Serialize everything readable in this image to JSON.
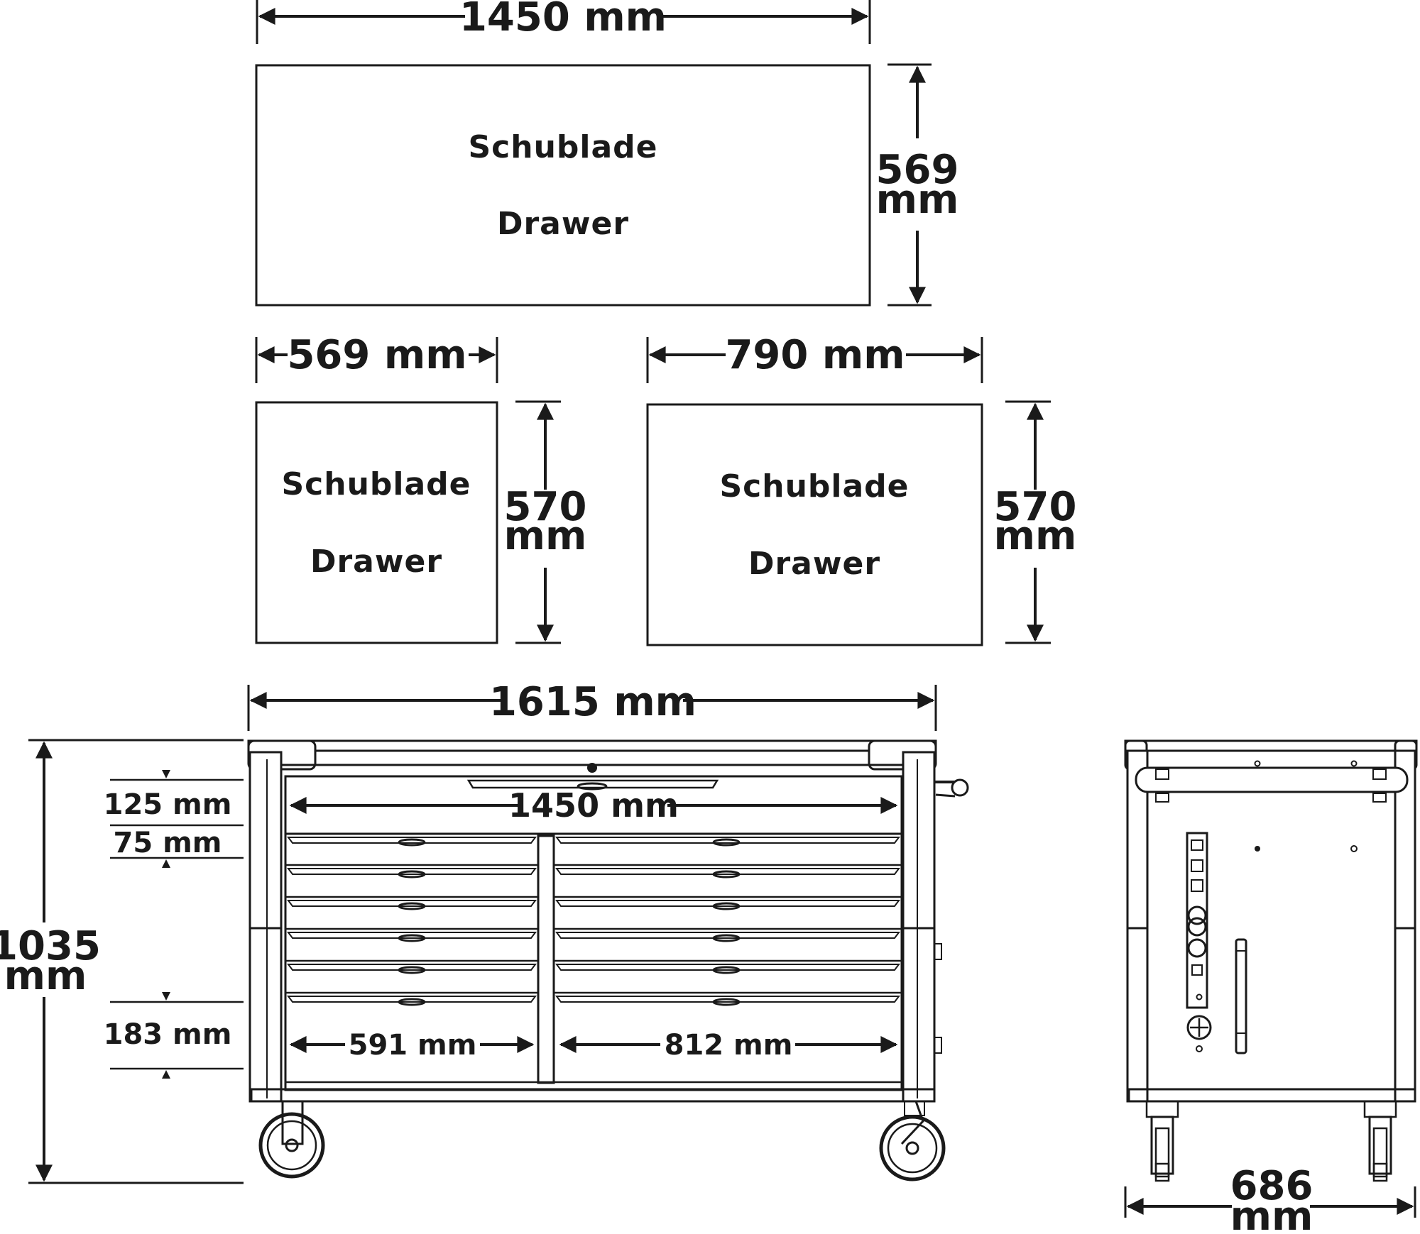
{
  "drawer_labels": {
    "de": "Schublade",
    "en": "Drawer"
  },
  "top_drawer": {
    "width": "1450 mm",
    "depth_num": "569",
    "depth_unit": "mm"
  },
  "small_drawer": {
    "width": "569 mm",
    "depth_num": "570",
    "depth_unit": "mm"
  },
  "medium_drawer": {
    "width": "790 mm",
    "depth_num": "570",
    "depth_unit": "mm"
  },
  "front_view": {
    "overall_width": "1615 mm",
    "overall_height_num": "1035",
    "overall_height_unit": "mm",
    "top_drawer_height": "125 mm",
    "drawer_height": "75 mm",
    "bottom_drawer_height": "183 mm",
    "inner_top_width": "1450 mm",
    "left_drawer_width": "591 mm",
    "right_drawer_width": "812 mm"
  },
  "side_view": {
    "depth_num": "686",
    "depth_unit": "mm"
  },
  "colors": {
    "line": "#1a1a1a",
    "background": "#ffffff"
  }
}
